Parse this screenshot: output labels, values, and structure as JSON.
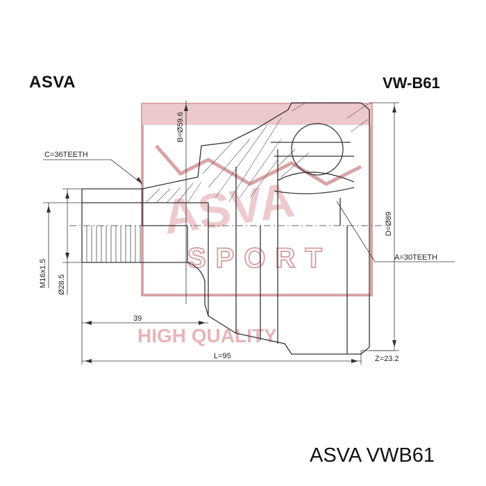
{
  "header": {
    "brand": "ASVA",
    "part_code": "VW-B61"
  },
  "watermark": {
    "logo_text": "ASVA",
    "sub_text": "SPORT",
    "slogan": "HIGH QUALITY"
  },
  "dimensions": {
    "spline_outer": "C=36TEETH",
    "spline_inner": "A=30TEETH",
    "bell_diameter": "B=Ø59.6",
    "outer_diameter": "D=Ø89",
    "thread": "M16x1.5",
    "shaft_diameter": "Ø28.5",
    "shaft_length": "39",
    "total_length": "L=95",
    "offset": "Z=23.2"
  },
  "footer": {
    "caption": "ASVA VWB61"
  },
  "colors": {
    "line": "#333333",
    "watermark": "#d9a3a6",
    "background": "#ffffff"
  }
}
